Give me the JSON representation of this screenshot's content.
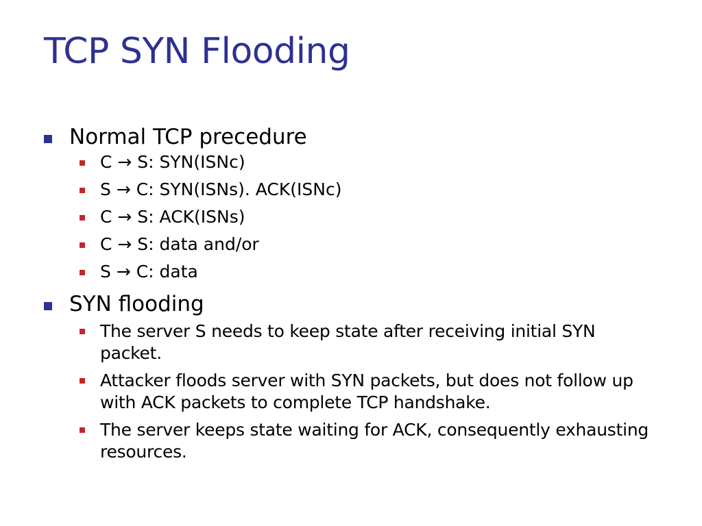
{
  "slide": {
    "title": "TCP SYN Flooding",
    "colors": {
      "title": "#2e3192",
      "level1_bullet": "#2e3192",
      "level2_bullet": "#c1272d",
      "text": "#000000",
      "background": "#ffffff"
    },
    "sections": [
      {
        "heading": "Normal TCP precedure",
        "items": [
          "C → S: SYN(ISNc)",
          "S → C: SYN(ISNs). ACK(ISNc)",
          "C → S: ACK(ISNs)",
          "C → S: data and/or",
          "S → C: data"
        ]
      },
      {
        "heading": "SYN flooding",
        "items": [
          "The server S needs to keep state after receiving initial SYN packet.",
          "Attacker floods server with SYN packets, but does not follow up with ACK packets to complete TCP handshake.",
          "The server keeps state waiting for ACK, consequently exhausting resources."
        ]
      }
    ]
  }
}
